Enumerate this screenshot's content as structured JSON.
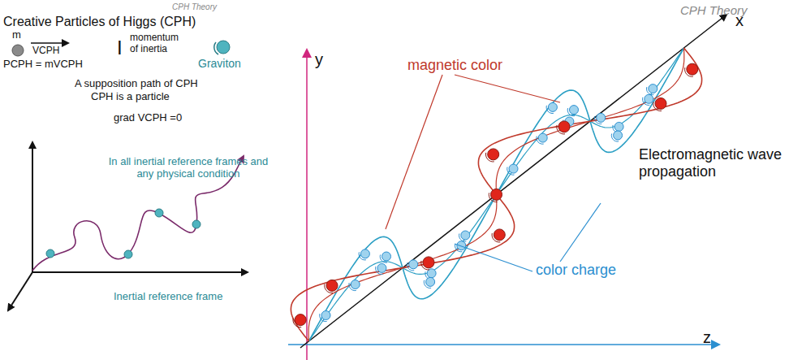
{
  "diagram": {
    "labels": [
      "CPH Theory",
      "Creative Particles of Higgs (CPH)",
      "m",
      "VCPH",
      "PCPH = mVCPH",
      "I",
      "momentum of inertia",
      "Graviton",
      "A supposition path of CPH",
      "CPH is a particle",
      "grad VCPH =0",
      "In all inertial reference frames and any physical condition",
      "Inertial reference frame",
      "CPH Theory",
      "y",
      "x",
      "z",
      "magnetic color",
      "color charge",
      "Electromagnetic wave propagation"
    ]
  }
}
